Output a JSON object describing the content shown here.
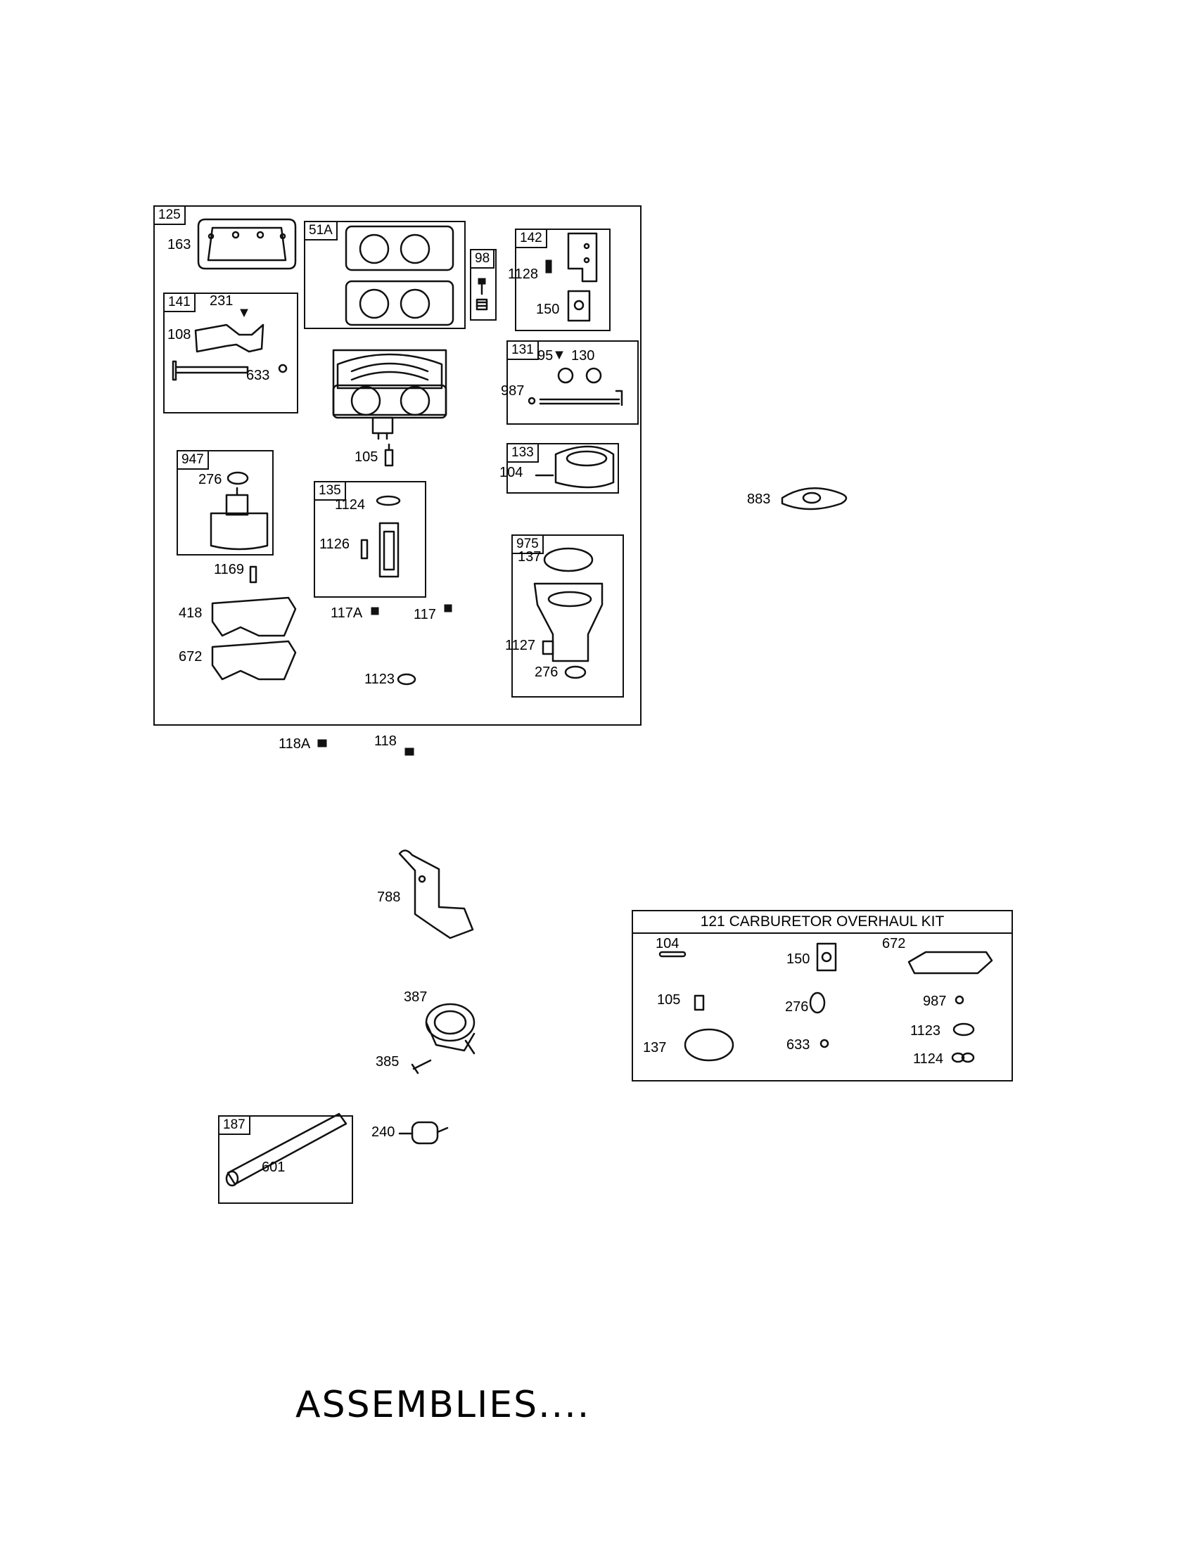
{
  "page_footer": "ASSEMBLIES....",
  "kit": {
    "title": "121 CARBURETOR OVERHAUL KIT",
    "parts": [
      "104",
      "150",
      "672",
      "105",
      "276",
      "987",
      "1123",
      "137",
      "633",
      "1124"
    ]
  },
  "boxes": {
    "b125": "125",
    "b51a": "51A",
    "b98": "98",
    "b142": "142",
    "b141": "141",
    "b131": "131",
    "b133": "133",
    "b947": "947",
    "b135": "135",
    "b975": "975",
    "b187": "187"
  },
  "labels": {
    "l163": "163",
    "l231": "231",
    "l108": "108",
    "l633": "633",
    "l1128": "1128",
    "l150": "150",
    "l95": "95",
    "l130": "130",
    "l987": "987",
    "l104": "104",
    "l105": "105",
    "l276a": "276",
    "l1169": "1169",
    "l1124": "1124",
    "l1126": "1126",
    "l137": "137",
    "l1127": "1127",
    "l276b": "276",
    "l418": "418",
    "l672": "672",
    "l117a": "117A",
    "l117": "117",
    "l1123": "1123",
    "l118a": "118A",
    "l118": "118",
    "l883": "883",
    "l788": "788",
    "l387": "387",
    "l385": "385",
    "l240": "240",
    "l601": "601"
  }
}
